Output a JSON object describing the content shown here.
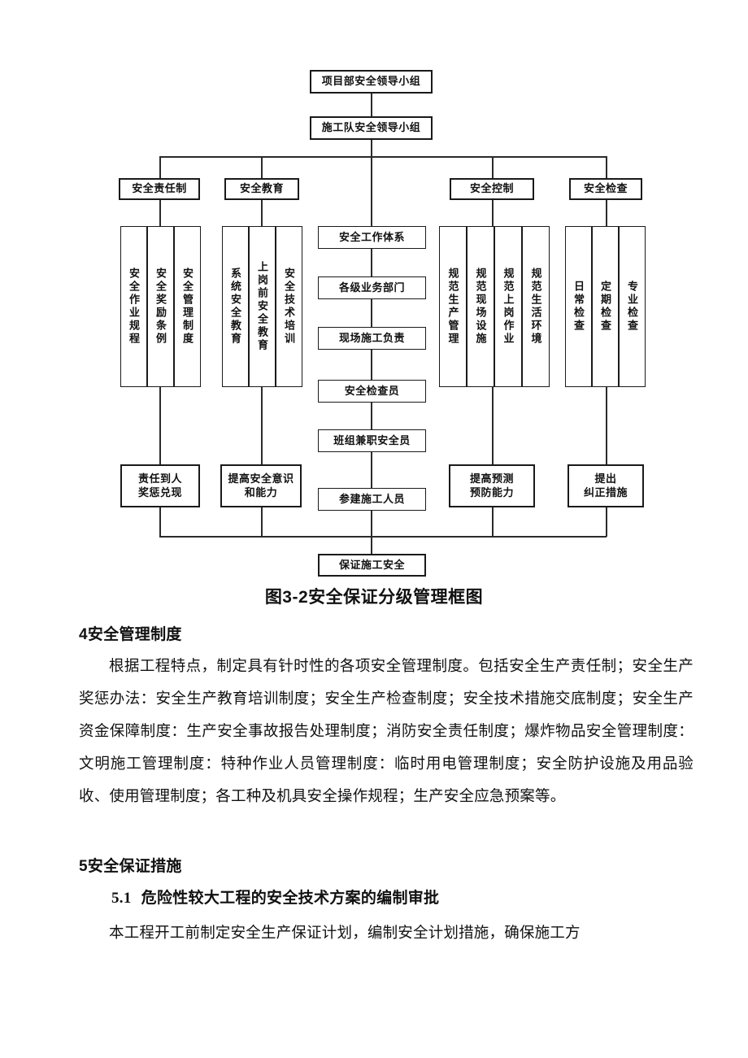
{
  "diagram": {
    "top": [
      {
        "label": "项目部安全领导小组"
      },
      {
        "label": "施工队安全领导小组"
      }
    ],
    "headers": [
      {
        "label": "安全责任制"
      },
      {
        "label": "安全教育"
      },
      {
        "label": "安全控制"
      },
      {
        "label": "安全检查"
      }
    ],
    "columns": [
      {
        "group": "安全责任制",
        "items": [
          "安全作业规程",
          "安全奖励条例",
          "安全管理制度"
        ]
      },
      {
        "group": "安全教育",
        "items": [
          "系统安全教育",
          "上岗前安全教育",
          "安全技术培训"
        ]
      },
      {
        "group": "安全控制",
        "items": [
          "规范生产管理",
          "规范现场设施",
          "规范上岗作业",
          "规范生活环境"
        ]
      },
      {
        "group": "安全检查",
        "items": [
          "日常检查",
          "定期检查",
          "专业检查"
        ]
      }
    ],
    "center_chain": [
      "安全工作体系",
      "各级业务部门",
      "现场施工负责",
      "安全检查员",
      "班组兼职安全员",
      "参建施工人员"
    ],
    "outcomes": [
      {
        "line1": "责任到人",
        "line2": "奖惩兑现"
      },
      {
        "line1": "提高安全意识",
        "line2": "和能力"
      },
      {
        "line1": "提高预测",
        "line2": "预防能力"
      },
      {
        "line1": "提出",
        "line2": "纠正措施"
      }
    ],
    "final": "保证施工安全",
    "caption": "图3-2安全保证分级管理框图"
  },
  "body": {
    "heading_4": "4安全管理制度",
    "paragraph_1": "根据工程特点，制定具有针时性的各项安全管理制度。包括安全生产责任制；安全生产奖惩办法：安全生产教育培训制度；安全生产检查制度；安全技术措施交底制度；安全生产资金保障制度：生产安全事故报告处理制度；消防安全责任制度；爆炸物品安全管理制度：文明施工管理制度：特种作业人员管理制度：临时用电管理制度；安全防护设施及用品验收、使用管理制度；各工种及机具安全操作规程；生产安全应急预案等。",
    "heading_5": "5安全保证措施",
    "heading_51_num": "5.1",
    "heading_51_text": "危险性较大工程的安全技术方案的编制审批",
    "paragraph_2": "本工程开工前制定安全生产保证计划，编制安全计划措施，确保施工方"
  }
}
